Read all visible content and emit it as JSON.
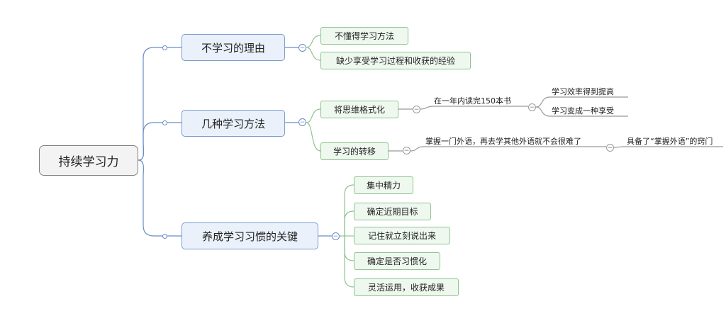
{
  "root": {
    "label": "持续学习力"
  },
  "branches": [
    {
      "label": "不学习的理由",
      "children": [
        {
          "label": "不懂得学习方法"
        },
        {
          "label": "缺少享受学习过程和收获的经验"
        }
      ]
    },
    {
      "label": "几种学习方法",
      "children": [
        {
          "label": "将思维格式化",
          "sub": {
            "label": "在一年内读完150本书",
            "children": [
              {
                "label": "学习效率得到提高"
              },
              {
                "label": "学习变成一种享受"
              }
            ]
          }
        },
        {
          "label": "学习的转移",
          "sub": {
            "label": "掌握一门外语，再去学其他外语就不会很难了",
            "children": [
              {
                "label": "具备了“掌握外语”的窍门"
              }
            ]
          }
        }
      ]
    },
    {
      "label": "养成学习习惯的关键",
      "children": [
        {
          "label": "集中精力"
        },
        {
          "label": "确定近期目标"
        },
        {
          "label": "记住就立刻说出来"
        },
        {
          "label": "确定是否习惯化"
        },
        {
          "label": "灵活运用，收获成果"
        }
      ]
    }
  ],
  "colors": {
    "root_border": "#7f7f7f",
    "main_fill": "#eaf1fb",
    "main_border": "#7a9bd1",
    "leaf_fill": "#eef8ee",
    "leaf_border": "#8fc48f",
    "trunk_line": "#6b8cc7",
    "leaf_line": "#8fc48f",
    "sub_line": "#999999"
  }
}
